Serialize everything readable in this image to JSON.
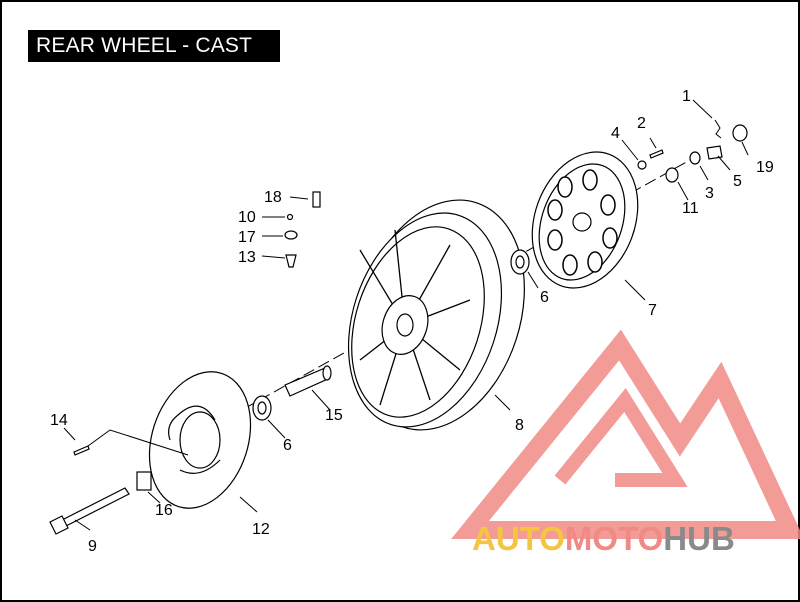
{
  "title": "REAR WHEEL - CAST",
  "callouts": {
    "c1": "1",
    "c2": "2",
    "c3": "3",
    "c4": "4",
    "c5": "5",
    "c6a": "6",
    "c6b": "6",
    "c7": "7",
    "c8": "8",
    "c9": "9",
    "c10": "10",
    "c11": "11",
    "c12": "12",
    "c13": "13",
    "c14": "14",
    "c15": "15",
    "c16": "16",
    "c17": "17",
    "c18": "18",
    "c19": "19"
  },
  "watermark": {
    "part1": "AUTO",
    "part2": "MOTO",
    "part3": "HUB",
    "colors": {
      "orange": "#f5c542",
      "red": "#f08a85",
      "gray": "#8a8a8a"
    }
  }
}
